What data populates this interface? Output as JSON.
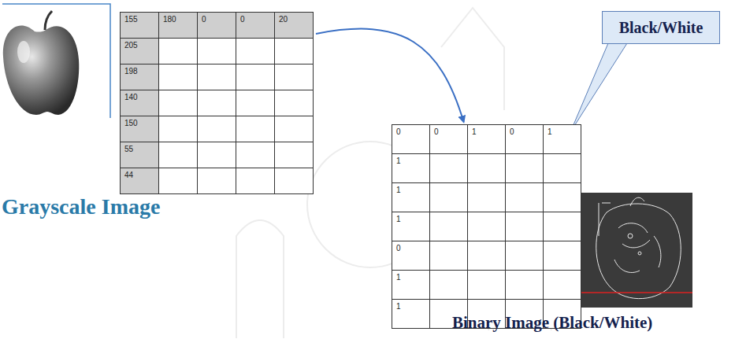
{
  "diagram": {
    "nodes": [
      {
        "text": [
          "155",
          "180",
          "0",
          "0",
          "20",
          "205",
          "198",
          "140",
          "150",
          "55",
          "44"
        ]
      },
      {
        "text": [
          "0",
          "0",
          "1",
          "0",
          "1",
          "1",
          "1",
          "1",
          "0",
          "1",
          "1"
        ]
      },
      {
        "text": [
          "Black/White"
        ]
      }
    ],
    "edges": [
      {
        "from": 0,
        "to": 1,
        "arrow": "to"
      }
    ],
    "labels": [
      "Grayscale Image",
      "Binary Image (Black/White)"
    ]
  }
}
